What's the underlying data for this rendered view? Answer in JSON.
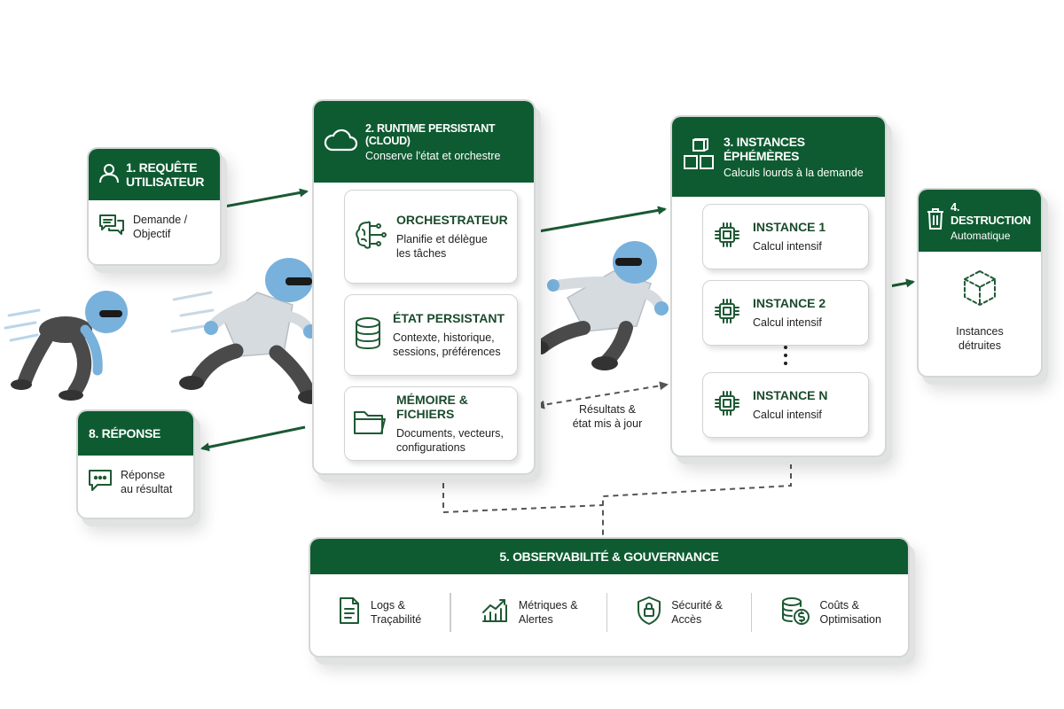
{
  "request": {
    "title_1": "1. REQUÊTE",
    "title_2": "UTILISATEUR",
    "line_1": "Demande /",
    "line_2": "Objectif"
  },
  "runtime": {
    "title": "2. RUNTIME PERSISTANT (CLOUD)",
    "subtitle": "Conserve l'état et orchestre",
    "items": [
      {
        "title": "ORCHESTRATEUR",
        "line_1": "Planifie et délègue",
        "line_2": "les tâches",
        "icon": "brain-circuit-icon"
      },
      {
        "title": "ÉTAT PERSISTANT",
        "line_1": "Contexte, historique,",
        "line_2": "sessions, préférences",
        "icon": "database-icon"
      },
      {
        "title": "MÉMOIRE & FICHIERS",
        "line_1": "Documents, vecteurs,",
        "line_2": "configurations",
        "icon": "folder-icon"
      }
    ]
  },
  "instances": {
    "title": "3. INSTANCES ÉPHÉMÈRES",
    "subtitle": "Calculs lourds à la demande",
    "items": [
      {
        "title": "INSTANCE 1",
        "sub": "Calcul intensif"
      },
      {
        "title": "INSTANCE 2",
        "sub": "Calcul intensif"
      },
      {
        "title": "INSTANCE N",
        "sub": "Calcul intensif"
      }
    ]
  },
  "destruction": {
    "title": "4. DESTRUCTION",
    "subtitle": "Automatique",
    "line_1": "Instances",
    "line_2": "détruites"
  },
  "response": {
    "title": "8. RÉPONSE",
    "line_1": "Réponse",
    "line_2": "au résultat"
  },
  "results_label": {
    "line_1": "Résultats &",
    "line_2": "état mis à jour"
  },
  "observability": {
    "title": "5. OBSERVABILITÉ & GOUVERNANCE",
    "items": [
      {
        "line_1": "Logs &",
        "line_2": "Traçabilité"
      },
      {
        "line_1": "Métriques &",
        "line_2": "Alertes"
      },
      {
        "line_1": "Sécurité &",
        "line_2": "Accès"
      },
      {
        "line_1": "Coûts &",
        "line_2": "Optimisation"
      }
    ]
  },
  "colors": {
    "primary": "#0e5b31",
    "mascot": "#78b1dc",
    "arrow": "#1a5a34"
  }
}
